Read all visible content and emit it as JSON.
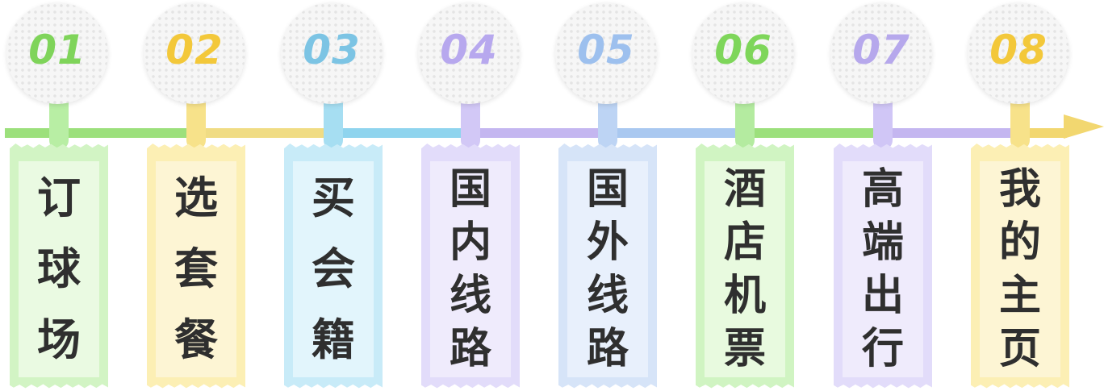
{
  "colors": {
    "green": "#7ed65a",
    "yellow": "#f2c93a",
    "blue": "#7cc4e4",
    "purple": "#b6a8ec",
    "light_blue": "#9ec0ee"
  },
  "steps": [
    {
      "num": "01",
      "chars": [
        "订",
        "球",
        "场"
      ],
      "num_color": "#7fd45a",
      "stem": "#b8eea4",
      "band": "#d2f4c4",
      "inner": "#eafae2"
    },
    {
      "num": "02",
      "chars": [
        "选",
        "套",
        "餐"
      ],
      "num_color": "#f3c83a",
      "stem": "#f7e28a",
      "band": "#fcefb4",
      "inner": "#fdf5d4"
    },
    {
      "num": "03",
      "chars": [
        "买",
        "会",
        "籍"
      ],
      "num_color": "#7cc4e4",
      "stem": "#a6def2",
      "band": "#c8ebf8",
      "inner": "#e2f5fc"
    },
    {
      "num": "04",
      "chars": [
        "国",
        "内",
        "线",
        "路"
      ],
      "num_color": "#b7a8ee",
      "stem": "#d2c8f6",
      "band": "#e2dcfa",
      "inner": "#efebfc"
    },
    {
      "num": "05",
      "chars": [
        "国",
        "外",
        "线",
        "路"
      ],
      "num_color": "#9dc0ee",
      "stem": "#bdd4f4",
      "band": "#d6e4f8",
      "inner": "#e8f0fc"
    },
    {
      "num": "06",
      "chars": [
        "酒",
        "店",
        "机",
        "票"
      ],
      "num_color": "#7ed65a",
      "stem": "#b4eba0",
      "band": "#d0f4c2",
      "inner": "#e8fadf"
    },
    {
      "num": "07",
      "chars": [
        "高",
        "端",
        "出",
        "行"
      ],
      "num_color": "#b6a8ec",
      "stem": "#d0c6f6",
      "band": "#e2dcfa",
      "inner": "#efebfc"
    },
    {
      "num": "08",
      "chars": [
        "我",
        "的",
        "主",
        "页"
      ],
      "num_color": "#f3c83a",
      "stem": "#f7e28a",
      "band": "#fcefb4",
      "inner": "#fdf5d4"
    }
  ],
  "timeline": [
    {
      "color": "#9ce07c"
    },
    {
      "color": "#f0dc84"
    },
    {
      "color": "#8fd4ee"
    },
    {
      "color": "#c4b6f0"
    },
    {
      "color": "#a9c8f0"
    },
    {
      "color": "#9ce07c"
    },
    {
      "color": "#c4b6f0"
    },
    {
      "color": "#f2d770"
    }
  ]
}
